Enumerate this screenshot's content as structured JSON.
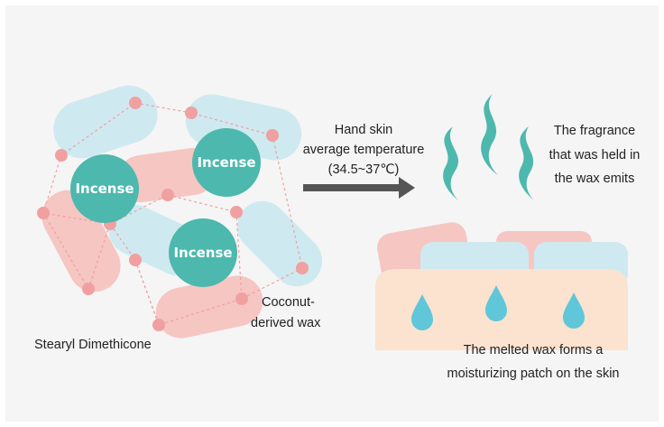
{
  "labels": {
    "incense_1": "Incense",
    "incense_2": "Incense",
    "incense_3": "Incense",
    "stearyl": "Stearyl Dimethicone",
    "coconut_line1": "Coconut-",
    "coconut_line2": "derived wax",
    "temp_line1": "Hand skin",
    "temp_line2": "average temperature",
    "temp_line3": "(34.5~37℃)",
    "fragrance_line1": "The fragrance",
    "fragrance_line2": "that was held in",
    "fragrance_line3": "the wax emits",
    "patch_line1": "The melted wax forms a",
    "patch_line2": "moisturizing patch on the skin"
  },
  "icons": {
    "arrow": "right-arrow-icon",
    "steam": "steam-wave-icon",
    "drop": "water-drop-icon"
  },
  "colors": {
    "incense": "#4db8ad",
    "wax_blue": "#cfe9f0",
    "wax_pink": "#f6c6c2",
    "node": "#f0a0a0",
    "skin": "#fbe3cf",
    "drop": "#5fc7d9",
    "arrow": "#555555",
    "steam": "#4db8ad"
  }
}
